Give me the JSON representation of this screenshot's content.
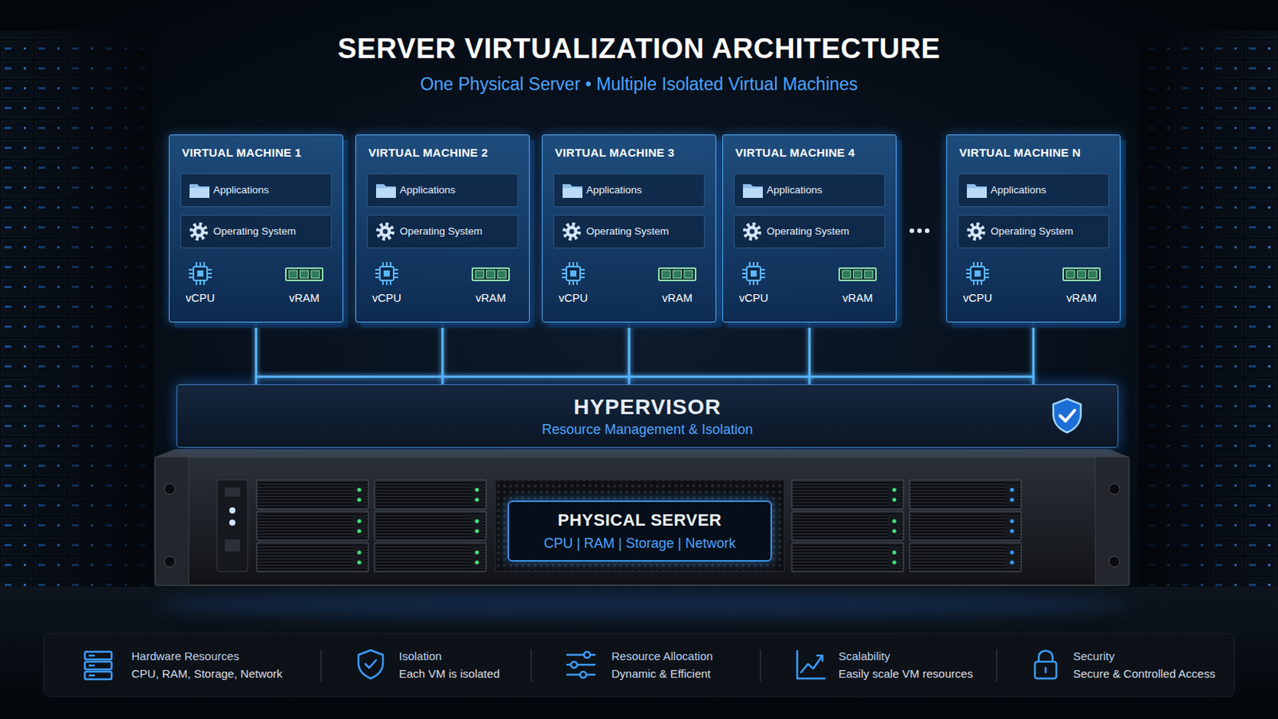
{
  "diagram": {
    "title": "SERVER VIRTUALIZATION ARCHITECTURE",
    "nodes": [
      {
        "text": [
          "VIRTUAL MACHINE 1"
        ]
      },
      {
        "text": [
          "Applications"
        ],
        "in": 0
      },
      {
        "text": [
          "Operating System"
        ],
        "in": 0
      },
      {
        "text": [
          "VIRTUAL MACHINE 2"
        ]
      },
      {
        "text": [
          "Applications"
        ],
        "in": 3
      },
      {
        "text": [
          "Operating System"
        ],
        "in": 3
      },
      {
        "text": [
          "VIRTUAL MACHINE 3"
        ]
      },
      {
        "text": [
          "Applications"
        ],
        "in": 6
      },
      {
        "text": [
          "Operating System"
        ],
        "in": 6
      },
      {
        "text": [
          "VIRTUAL MACHINE 4"
        ]
      },
      {
        "text": [
          "Applications"
        ],
        "in": 9
      },
      {
        "text": [
          "Operating System"
        ],
        "in": 9
      },
      {
        "text": [
          "VIRTUAL MACHINE N"
        ]
      },
      {
        "text": [
          "Applications"
        ],
        "in": 12
      },
      {
        "text": [
          "Operating System"
        ],
        "in": 12
      },
      {
        "text": [
          "HYPERVISOR",
          "Resource Management & Isolation"
        ]
      },
      {
        "text": [
          "PHYSICAL SERVER",
          "CPU | RAM | Storage | Network"
        ]
      }
    ],
    "edges": [
      {
        "from": 0,
        "to": 15,
        "arrow": "none"
      },
      {
        "from": 3,
        "to": 15,
        "arrow": "none"
      },
      {
        "from": 6,
        "to": 15,
        "arrow": "none"
      },
      {
        "from": 9,
        "to": 15,
        "arrow": "none"
      },
      {
        "from": 12,
        "to": 15,
        "arrow": "none"
      }
    ],
    "labels": [
      "One Physical Server • Multiple Isolated Virtual Machines",
      "vCPU",
      "vRAM",
      "vCPU",
      "vRAM",
      "vCPU",
      "vRAM",
      "vCPU",
      "vRAM",
      "vCPU",
      "vRAM",
      "Hardware Resources",
      "CPU, RAM, Storage, Network",
      "Isolation",
      "Each VM is isolated",
      "Resource Allocation",
      "Dynamic & Efficient",
      "Scalability",
      "Easily scale VM resources",
      "Security",
      "Secure & Controlled Access"
    ]
  }
}
